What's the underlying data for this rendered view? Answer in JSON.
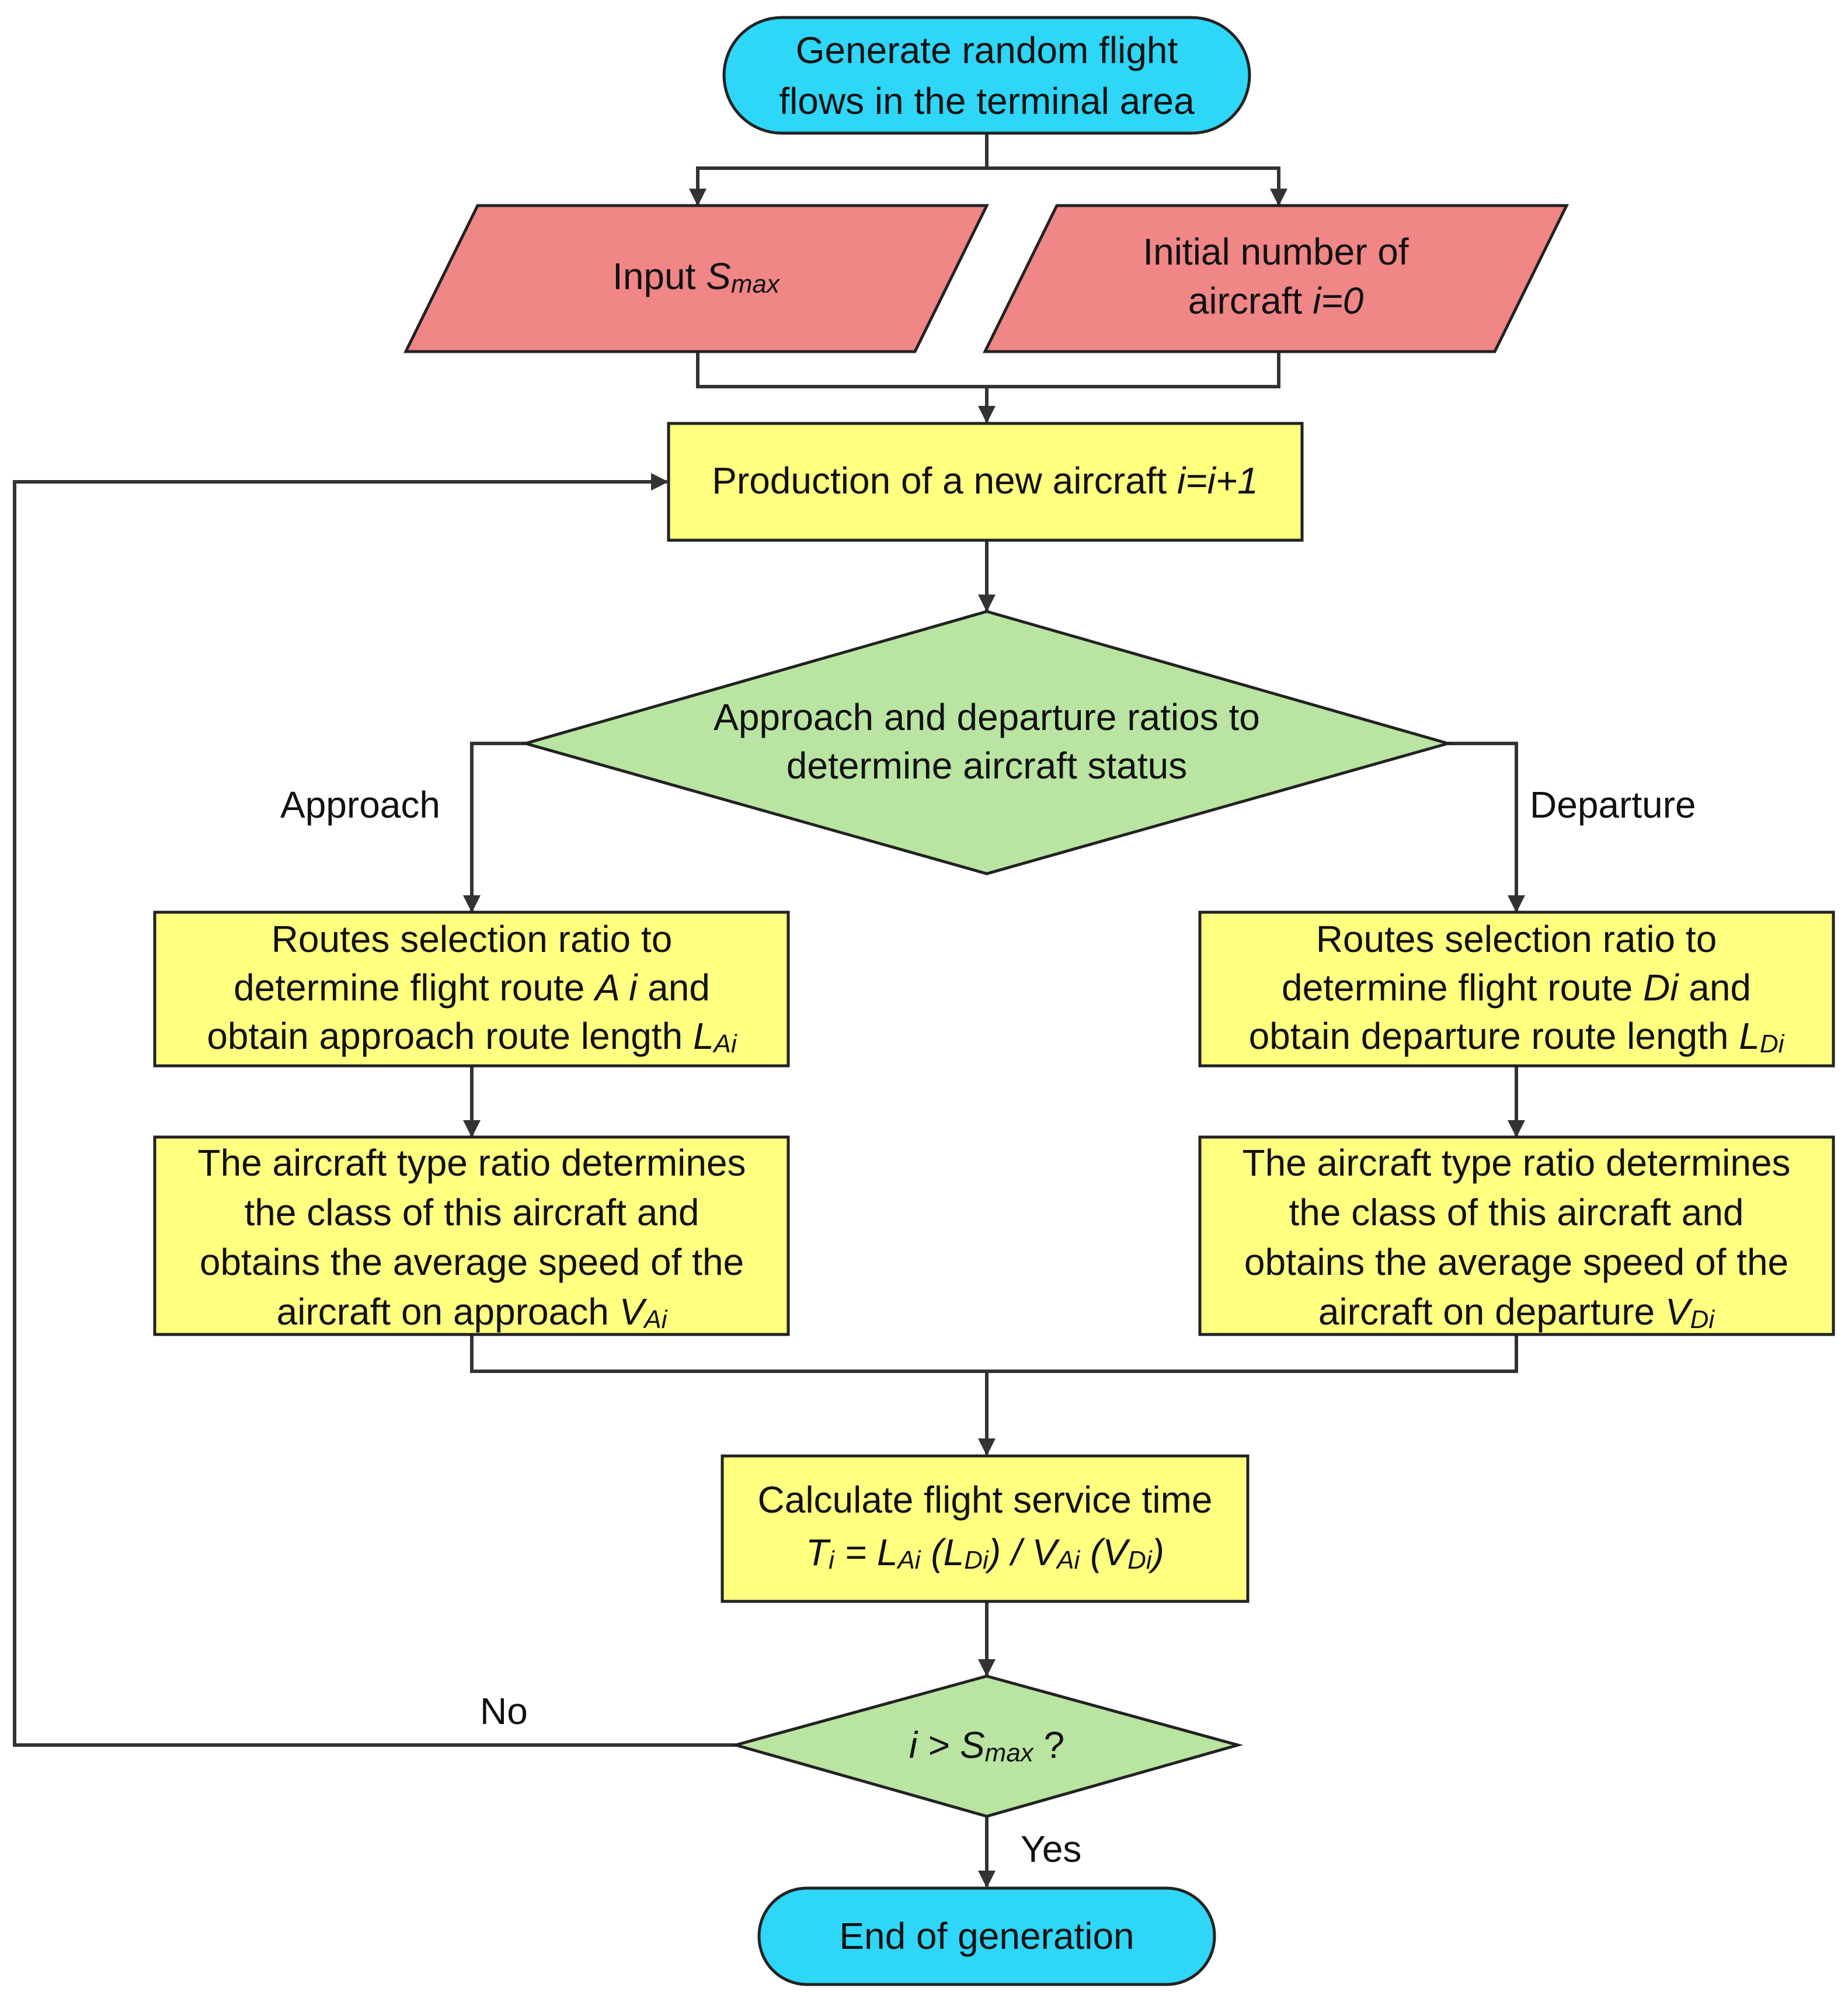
{
  "nodes": {
    "start": {
      "line1": "Generate random flight",
      "line2": "flows in the terminal area"
    },
    "input_smax": {
      "prefix": "Input ",
      "var": "S",
      "sub": "max"
    },
    "init_aircraft": {
      "line1": "Initial number of",
      "line2_prefix": "aircraft ",
      "line2_var": "i=0"
    },
    "new_aircraft": {
      "prefix": "Production of a new aircraft ",
      "var": "i=i+1"
    },
    "status_decision": {
      "line1": "Approach and departure ratios to",
      "line2": "determine aircraft status"
    },
    "approach_route": {
      "line1": "Routes selection ratio to",
      "line2_prefix": "determine flight route ",
      "line2_var": "A i",
      "line2_suffix": " and",
      "line3_prefix": "obtain approach route length ",
      "line3_var": "L",
      "line3_sub": "Ai"
    },
    "departure_route": {
      "line1": "Routes selection ratio to",
      "line2_prefix": "determine flight route ",
      "line2_var": "Di",
      "line2_suffix": " and",
      "line3_prefix": "obtain departure route length ",
      "line3_var": "L",
      "line3_sub": "Di"
    },
    "approach_type": {
      "line1": "The aircraft type ratio determines",
      "line2": "the class of this aircraft and",
      "line3": "obtains the average speed of the",
      "line4_prefix": "aircraft on approach ",
      "line4_var": "V",
      "line4_sub": "Ai"
    },
    "departure_type": {
      "line1": "The aircraft type ratio determines",
      "line2": "the class of this aircraft and",
      "line3": "obtains the average speed of the",
      "line4_prefix": "aircraft on departure ",
      "line4_var": "V",
      "line4_sub": "Di"
    },
    "service_time": {
      "line1": "Calculate flight service time",
      "formula": {
        "t": "T",
        "t_sub": "i",
        "eq": " = ",
        "l": "L",
        "l_sub": "Ai",
        "lp": " (L",
        "lp_sub": "Di",
        "rp": ")",
        "slash": " / ",
        "v": "V",
        "v_sub": "Ai",
        "vp": " (V",
        "vp_sub": "Di",
        "vrp": ")"
      }
    },
    "end_decision": {
      "var": "i",
      "op": " > S",
      "sub": "max",
      "q": " ?"
    },
    "end": {
      "label": "End of generation"
    }
  },
  "edge_labels": {
    "approach": "Approach",
    "departure": "Departure",
    "no": "No",
    "yes": "Yes"
  },
  "colors": {
    "terminal": "#2ed6f7",
    "input": "#f08686",
    "process": "#ffff80",
    "decision": "#b9e4a1",
    "line": "#333333"
  }
}
